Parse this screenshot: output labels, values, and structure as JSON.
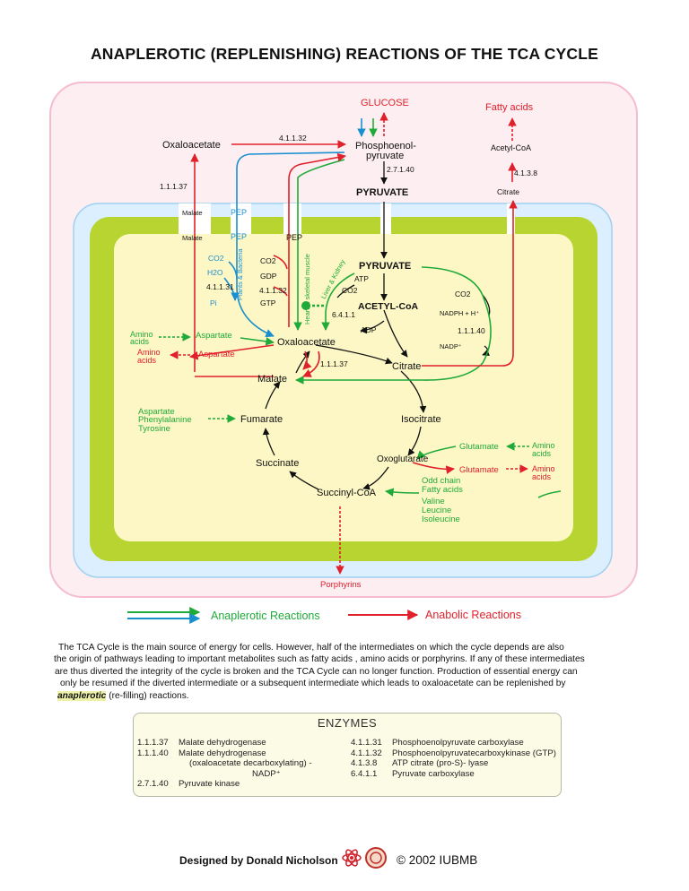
{
  "title": "ANAPLEROTIC (REPLENISHING) REACTIONS OF THE TCA CYCLE",
  "colors": {
    "anaplerotic_green": "#1faa3a",
    "anaplerotic_blue": "#1a8fd0",
    "anabolic_red": "#e0202a",
    "matrix": "#fdf7c5",
    "membrane": "#b7d431",
    "cytosol": "#fdeef2"
  },
  "metabolites": {
    "glucose": "GLUCOSE",
    "fatty_acids": "Fatty acids",
    "oxaloacetate_cyto": "Oxaloacetate",
    "pep_cyto_1": "Phosphoenol-",
    "pep_cyto_2": "pyruvate",
    "acetyl_coa_cyto": "Acetyl-CoA",
    "pyruvate_cyto": "PYRUVATE",
    "citrate_cyto": "Citrate",
    "malate_mem_1": "Malate",
    "malate_mem_2": "Malate",
    "pep_mem_blue_1": "PEP",
    "pep_mem_blue_2": "PEP",
    "pep_mem_red": "PEP",
    "pyruvate_mito": "PYRUVATE",
    "acetyl_coa_mito": "ACETYL-CoA",
    "oxaloacetate": "Oxaloacetate",
    "citrate": "Citrate",
    "malate": "Malate",
    "isocitrate": "Isocitrate",
    "fumarate": "Fumarate",
    "oxoglutarate": "Oxoglutarate",
    "succinate": "Succinate",
    "succinyl_coa": "Succinyl-CoA",
    "aspartate_green": "Aspartate",
    "aspartate_red": "Aspartate",
    "amino_acids_green_1": "Amino",
    "amino_acids_green_2": "acids",
    "amino_acids_red_1": "Amino",
    "amino_acids_red_2": "acids",
    "asp_list_1": "Aspartate",
    "asp_list_2": "Phenylalanine",
    "asp_list_3": "Tyrosine",
    "glutamate_green": "Glutamate",
    "glutamate_red": "Glutamate",
    "amino_r_green_1": "Amino",
    "amino_r_green_2": "acids",
    "amino_r_red_1": "Amino",
    "amino_r_red_2": "acids",
    "odd_list_1": "Odd chain",
    "odd_list_2": "Fatty acids",
    "odd_list_3": "Valine",
    "odd_list_4": "Leucine",
    "odd_list_5": "Isoleucine",
    "porphyrins": "Porphyrins"
  },
  "cofactors": {
    "co2_blue": "CO2",
    "h2o_blue": "H2O",
    "pi_blue": "Pi",
    "co2_red": "CO2",
    "gdp": "GDP",
    "gtp": "GTP",
    "atp": "ATP",
    "co2_green": "CO2",
    "adp": "ADP",
    "co2_right": "CO2",
    "nadph": "NADPH + H⁺",
    "nadp": "NADP⁺"
  },
  "tissue_labels": {
    "plants_bacteria": "Plants & Bacteria",
    "heart_skeletal": "Heart & skeletal muscle",
    "liver_kidney": "Liver & Kidney"
  },
  "ec_labels": {
    "ec_41132_top": "4.1.1.32",
    "ec_11137_left": "1.1.1.37",
    "ec_27140": "2.7.1.40",
    "ec_4138": "4.1.3.8",
    "ec_41131": "4.1.1.31",
    "ec_41132_mid": "4.1.1.32",
    "ec_6411": "6.4.1.1",
    "ec_11140": "1.1.1.40",
    "ec_11137_mid": "1.1.1.37"
  },
  "legend": {
    "anaplerotic": "Anaplerotic Reactions",
    "anabolic": "Anabolic Reactions"
  },
  "description": {
    "line1": "The TCA Cycle is the main source of energy for cells.  However, half of the intermediates  on which the  cycle depends are also",
    "line2": "the origin of pathways leading to important metabolites  such as fatty acids , amino acids or porphyrins.   If any of these intermediates",
    "line3": "are thus diverted the integrity of the cycle is broken and the TCA Cycle can no longer function.   Production of essential energy can",
    "line4": "only be resumed if the diverted intermediate or a subsequent intermediate which leads to oxaloacetate can be replenished by",
    "line5_highlight": "anaplerotic",
    "line5_rest": " (re-filling) reactions."
  },
  "enzymes": {
    "title": "ENZYMES",
    "left": [
      {
        "ec": "1.1.1.37",
        "name": "Malate dehydrogenase"
      },
      {
        "ec": "1.1.1.40",
        "name": "Malate dehydrogenase"
      },
      {
        "ec": "",
        "name": "(oxaloacetate decarboxylating) -"
      },
      {
        "ec": "",
        "name": "NADP⁺"
      },
      {
        "ec": "2.7.1.40",
        "name": "Pyruvate kinase"
      }
    ],
    "right": [
      {
        "ec": "4.1.1.31",
        "name": "Phosphoenolpyruvate carboxylase"
      },
      {
        "ec": "4.1.1.32",
        "name": "Phosphoenolpyruvatecarboxykinase (GTP)"
      },
      {
        "ec": "4.1.3.8",
        "name": "ATP citrate (pro-S)- lyase"
      },
      {
        "ec": "6.4.1.1",
        "name": "Pyruvate carboxylase"
      }
    ]
  },
  "footer": {
    "credit": "Designed by Donald Nicholson",
    "copyright": "© 2002 IUBMB"
  }
}
